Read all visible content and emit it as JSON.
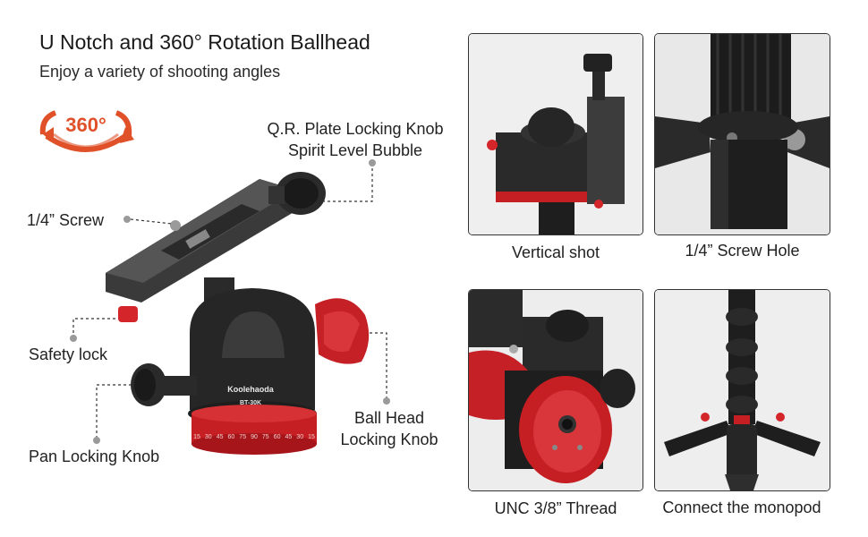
{
  "header": {
    "title": "U Notch and 360° Rotation  Ballhead",
    "subtitle": "Enjoy a variety of shooting angles"
  },
  "rotation_badge": {
    "text": "360°",
    "color": "#e0512a",
    "icon": "rotate-arrows-icon"
  },
  "product": {
    "brand": "Koolehaoda",
    "model": "BT-30K",
    "accent_color": "#cc1f22",
    "scale_labels": [
      "15",
      "30",
      "45",
      "60",
      "75",
      "90",
      "75",
      "60",
      "45",
      "30",
      "15"
    ]
  },
  "callouts": {
    "qr_plate_knob": "Q.R. Plate Locking Knob",
    "spirit_level": "Spirit Level Bubble",
    "screw": "1/4” Screw",
    "safety_lock": "Safety lock",
    "pan_knob": "Pan Locking Knob",
    "ball_head_1": "Ball Head",
    "ball_head_2": "Locking Knob"
  },
  "panels": [
    {
      "caption": "Vertical shot"
    },
    {
      "caption": "1/4” Screw Hole"
    },
    {
      "caption": "UNC 3/8” Thread"
    },
    {
      "caption": "Connect the monopod"
    }
  ]
}
